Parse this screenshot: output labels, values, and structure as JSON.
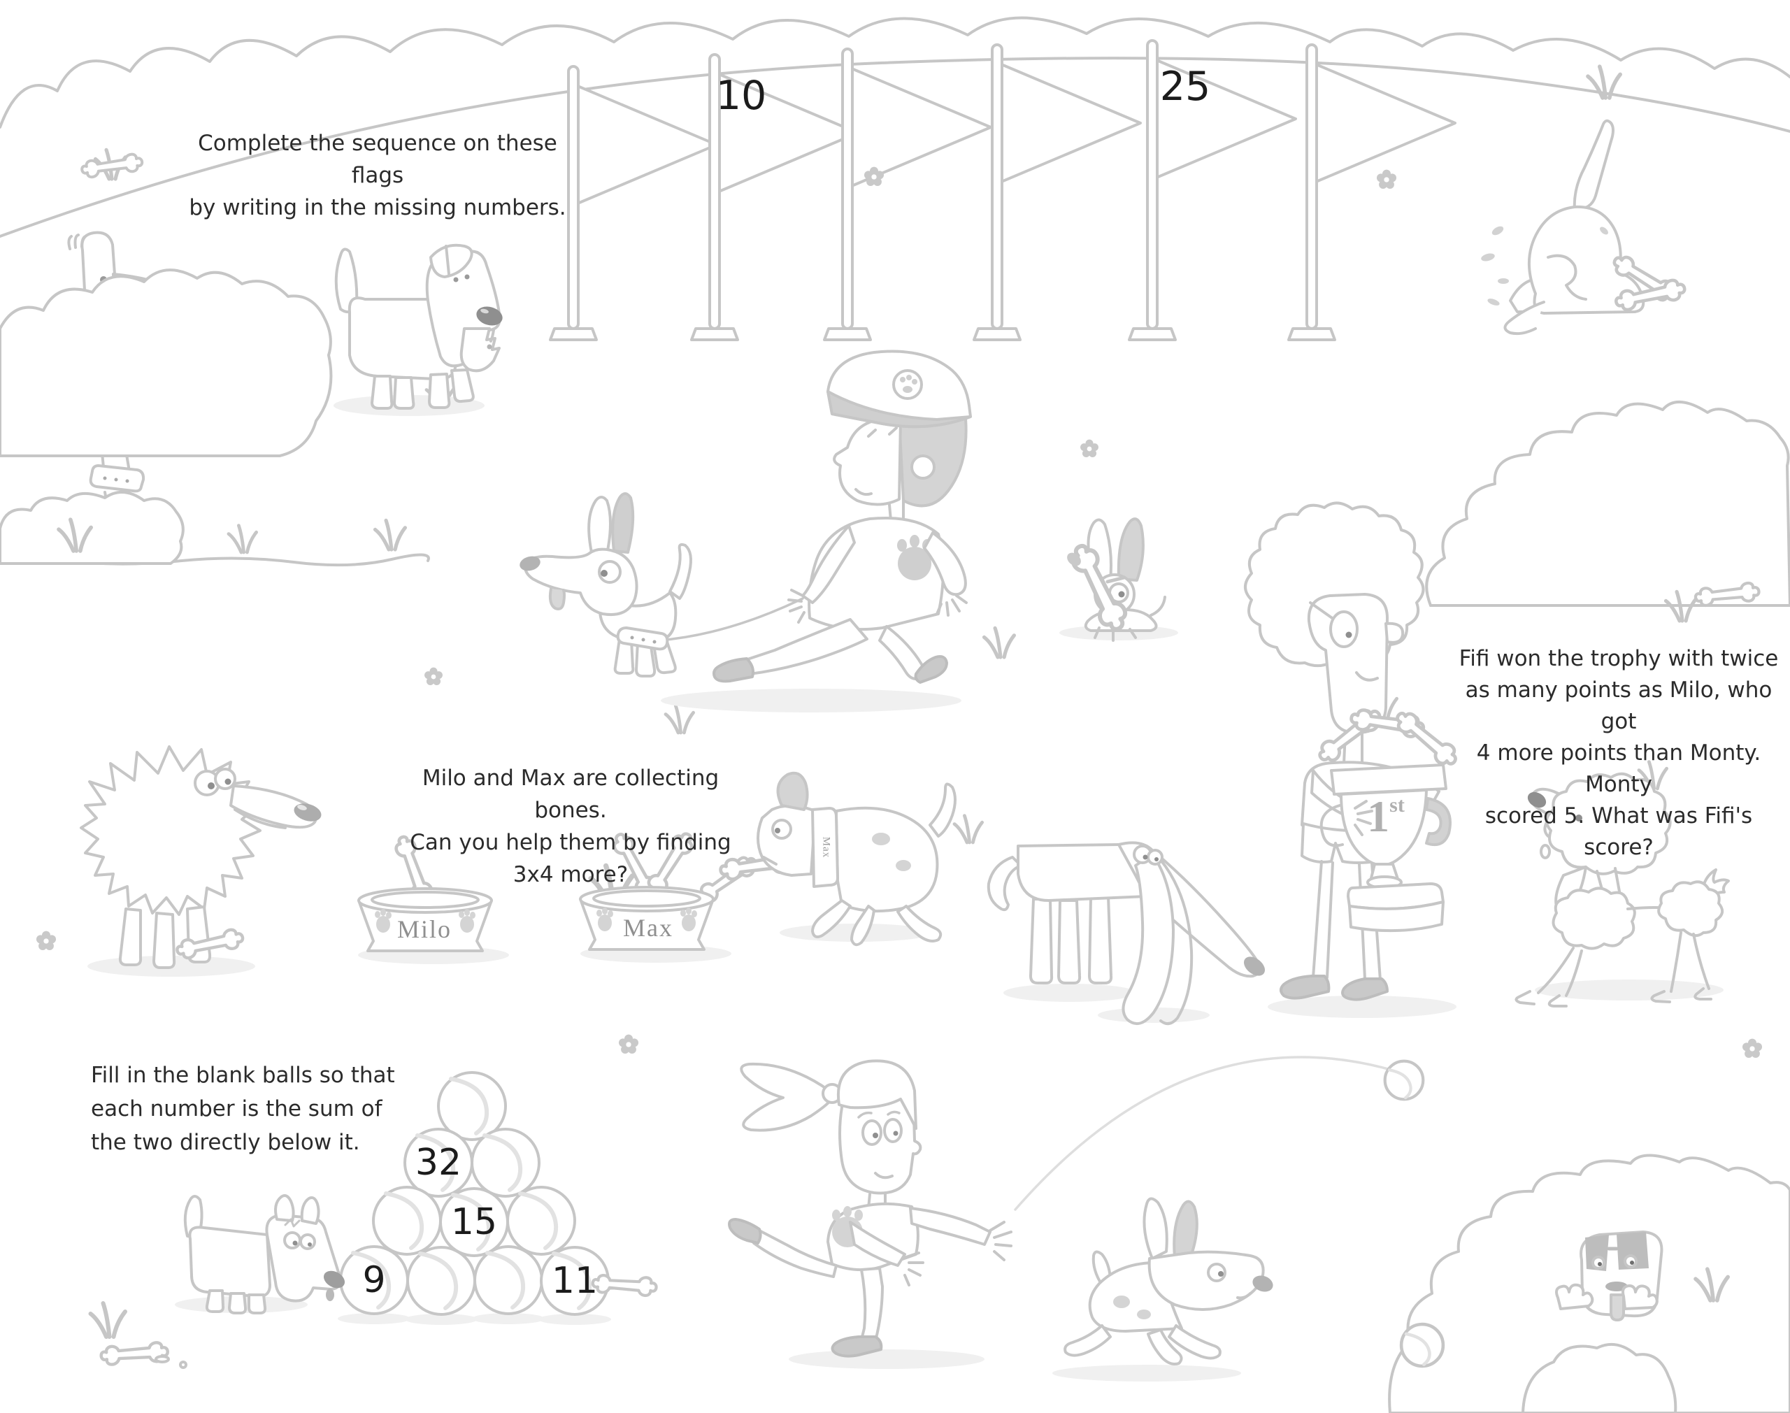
{
  "page": {
    "colors": {
      "background": "#ffffff",
      "outline": "#c6c6c6",
      "mid_gray": "#d8d8d8",
      "dark_gray": "#9e9e9e",
      "shadow": "#f0f0f0",
      "ink": "#2b2b2b",
      "label_gray": "#8f8f8f"
    }
  },
  "flags_puzzle": {
    "instruction_lines": [
      "Complete the sequence on these flags",
      "by writing in the missing numbers."
    ],
    "flag_values": [
      "",
      "10",
      "",
      "",
      "25",
      ""
    ]
  },
  "bones_puzzle": {
    "instruction_lines": [
      "Milo and Max are collecting bones.",
      "Can you help them by finding 3x4 more?"
    ],
    "bowl_labels": [
      "Milo",
      "Max"
    ],
    "runner_collar_label": "Max"
  },
  "trophy_puzzle": {
    "instruction_lines": [
      "Fifi won the trophy with twice",
      "as many points as Milo, who got",
      "4 more points than Monty. Monty",
      "scored 5. What was Fifi's score?"
    ],
    "place_number": "1",
    "place_suffix": "st"
  },
  "pyramid_puzzle": {
    "instruction_lines": [
      "Fill in the blank balls so that",
      "each number is the sum of",
      "the two directly below it."
    ],
    "ball_rows": [
      [
        ""
      ],
      [
        "32",
        ""
      ],
      [
        "",
        "15",
        ""
      ],
      [
        "9",
        "",
        "",
        "11"
      ]
    ]
  }
}
